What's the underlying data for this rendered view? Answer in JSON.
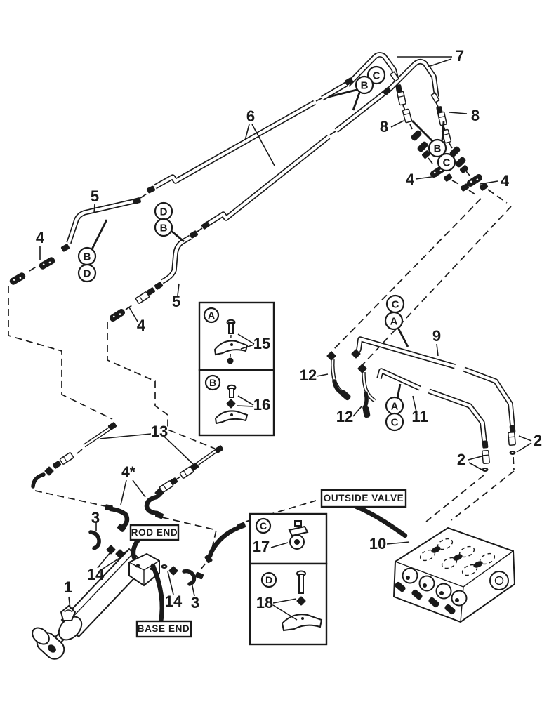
{
  "colors": {
    "ink": "#1a1a1a",
    "paper": "#ffffff"
  },
  "callouts": {
    "c7": "7",
    "c6": "6",
    "c8l": "8",
    "c8r": "8",
    "c4tl": "4",
    "c4tr": "4",
    "c5a": "5",
    "c4a": "4",
    "c5b": "5",
    "c4b": "4",
    "c13": "13",
    "c4star": "4*",
    "c3a": "3",
    "c14a": "14",
    "c1": "1",
    "c14b": "14",
    "c3b": "3",
    "c9": "9",
    "c12a": "12",
    "c12b": "12",
    "c11": "11",
    "c2r": "2",
    "c2l": "2",
    "c10": "10",
    "c15": "15",
    "c16": "16",
    "c17": "17",
    "c18": "18"
  },
  "letters": {
    "top_c": "C",
    "top_b": "B",
    "mid_b": "B",
    "mid_c": "C",
    "left_b": "B",
    "left_d": "D",
    "left2_d": "D",
    "left2_b": "B",
    "rt_c": "C",
    "rt_a": "A",
    "rb_a": "A",
    "rb_c": "C",
    "box_a": "A",
    "box_b": "B",
    "box_c": "C",
    "box_d": "D"
  },
  "tags": {
    "rod_end": "ROD END",
    "base_end": "BASE END",
    "outside_valve": "OUTSIDE VALVE"
  }
}
